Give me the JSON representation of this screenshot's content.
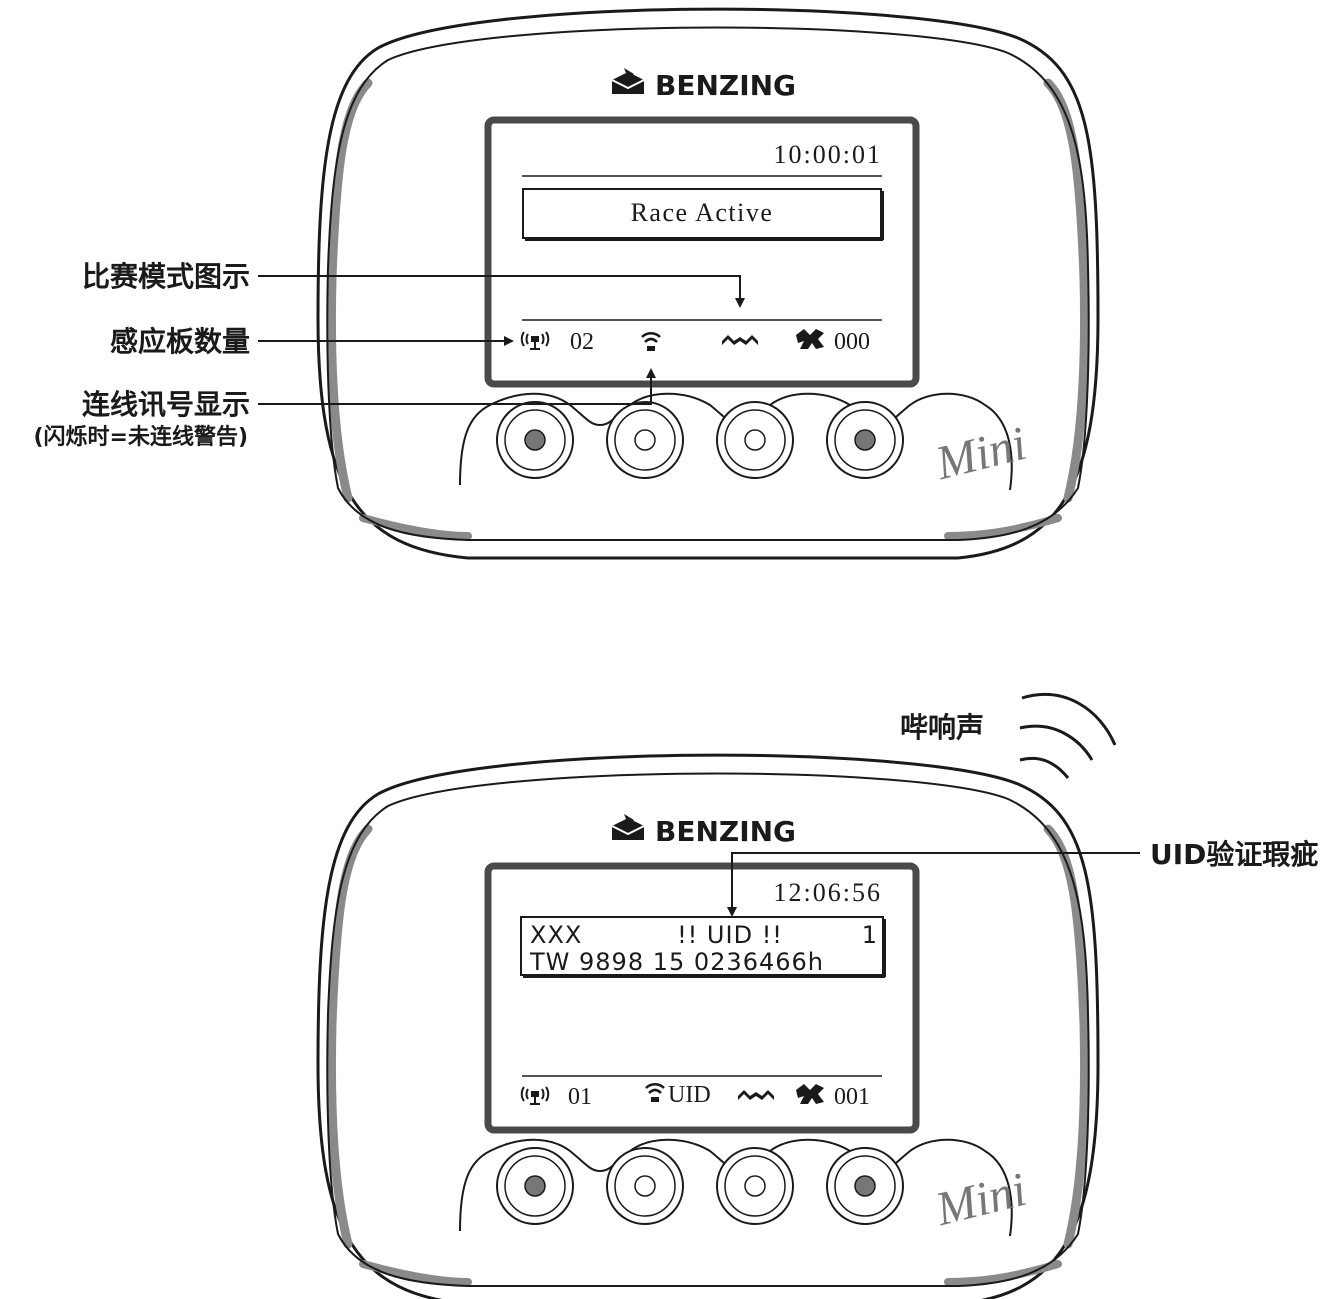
{
  "devices": [
    {
      "brand": "BENZING",
      "model_script": "Mini",
      "screen": {
        "time": "10:00:01",
        "message_box": "Race Active",
        "status": {
          "antenna_count": "02",
          "connection_icon": "wifi-icon",
          "mode_icon": "race-mode-icon",
          "bird_count": "000"
        }
      }
    },
    {
      "brand": "BENZING",
      "model_script": "Mini",
      "screen": {
        "time": "12:06:56",
        "message_line1_left": "XXX",
        "message_line1_center": "!! UID !!",
        "message_line1_right": "1",
        "message_line2": "TW 9898 15 0236466h",
        "status": {
          "antenna_count": "01",
          "connection_label": "UID",
          "mode_icon": "race-mode-icon",
          "bird_count": "001"
        }
      }
    }
  ],
  "annotations": {
    "race_mode_icon": "比赛模式图示",
    "pad_count": "感应板数量",
    "connection_signal": "连线讯号显示",
    "connection_signal_note": "(闪烁时=未连线警告)",
    "beep": "哔响声",
    "uid_defect": "UID验证瑕疵"
  },
  "colors": {
    "outline": "#1a1a1a",
    "shade": "#8a8a8a",
    "screen_frame": "#4a4a4a",
    "button_dark": "#777777"
  }
}
